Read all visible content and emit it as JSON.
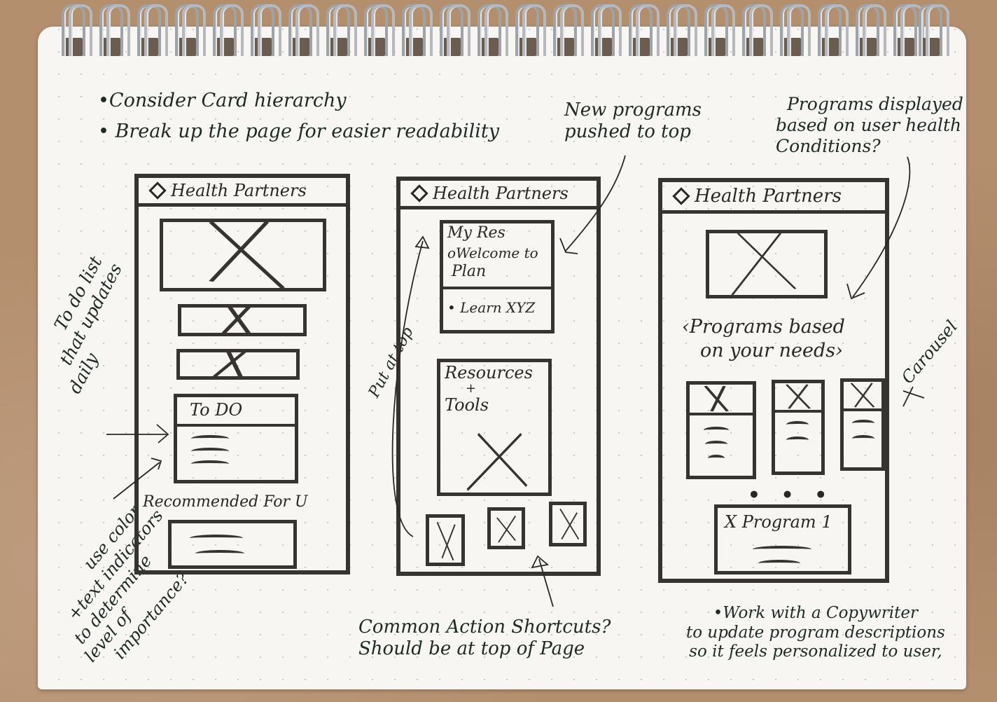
{
  "notes": {
    "top_left": [
      "•Consider Card hierarchy",
      "• Break up the page for easier readability"
    ],
    "new_programs": [
      "New programs",
      "pushed to top"
    ],
    "programs_displayed": [
      "Programs displayed",
      "based on user health",
      "Conditions?"
    ],
    "todo_daily": [
      "To do list",
      "that updates",
      "daily"
    ],
    "use_color": [
      "use color",
      "+text indicators",
      "to determine",
      "level of",
      "importance?"
    ],
    "put_at_top": "Put at top",
    "common_actions": [
      "Common Action Shortcuts?",
      "Should be at top of Page"
    ],
    "carousel": "Carousel",
    "copywriter": [
      "•Work with a Copywriter",
      "to update program descriptions",
      "so it feels personalized to user,"
    ]
  },
  "sketches": [
    {
      "brand": "Health Partners",
      "todo_title": "To DO",
      "recommended": "Recommended For U"
    },
    {
      "brand": "Health Partners",
      "card_title": "My Res",
      "card_line1": "oWelcome to",
      "card_line2": "Plan",
      "card_sub": "• Learn XYZ",
      "resources_line1": "Resources",
      "resources_plus": "+",
      "resources_line2": "Tools"
    },
    {
      "brand": "Health Partners",
      "section_title_1": "‹Programs based",
      "section_title_2": "on your needs›",
      "carousel_dots": "• • •",
      "program_label": "X Program 1"
    }
  ]
}
